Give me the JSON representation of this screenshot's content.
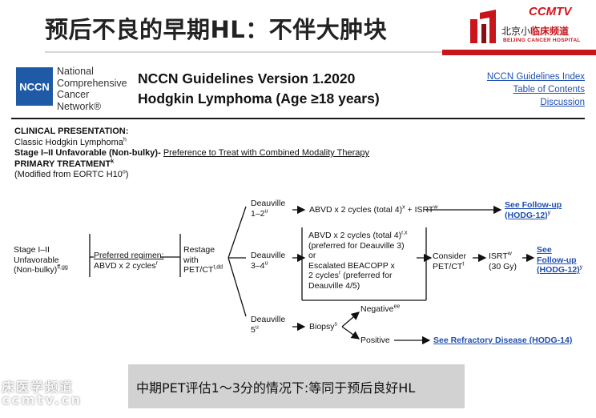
{
  "slide": {
    "title": "预后不良的早期HL：不伴大肿块"
  },
  "brand": {
    "cctv": "CCMTV",
    "cn_prefix": "北京小",
    "cn_red": "临床频道",
    "hospital": "BEIJING CANCER HOSPITAL",
    "red_accent": "#c8151b"
  },
  "nccn": {
    "logo_text": "NCCN",
    "org_lines": [
      "National",
      "Comprehensive",
      "Cancer",
      "Network®"
    ],
    "title_line1": "NCCN Guidelines Version 1.2020",
    "title_line2": "Hodgkin Lymphoma (Age ≥18 years)",
    "links": [
      "NCCN Guidelines Index",
      "Table of Contents",
      "Discussion"
    ],
    "brand_color": "#1f5aa6"
  },
  "clinical": {
    "heading": "CLINICAL PRESENTATION:",
    "subtype": "Classic Hodgkin Lymphoma",
    "subtype_sup": "h",
    "stage_line": "Stage I–II Unfavorable (Non-bulky)-",
    "preference": "Preference to Treat with Combined Modality Therapy",
    "primary_heading": "PRIMARY TREATMENT",
    "primary_sup": "k",
    "modified": "(Modified from EORTC H10",
    "modified_sup": "o",
    "modified_end": ")"
  },
  "flow": {
    "stage_l1": "Stage I–II",
    "stage_l2": "Unfavorable",
    "stage_l3": "(Non-bulky)",
    "stage_sup": "ff,gg",
    "regimen_l1": "Preferred regimen:",
    "regimen_l2": "ABVD x 2 cycles",
    "regimen_sup": "r",
    "restage_l1": "Restage",
    "restage_l2": "with",
    "restage_l3": "PET/CT",
    "restage_sup": "t,dd",
    "d12_l1": "Deauville",
    "d12_l2": "1–2",
    "d12_sup": "u",
    "d12_tx": "ABVD x 2 cycles (total 4)",
    "d12_tx_sup": "x",
    "d12_tx2": " + ISRT",
    "d12_tx2_sup": "w",
    "followup_link_l1": "See Follow-up",
    "followup_link_l2": "(HODG-12)",
    "followup_sup": "y",
    "d34_l1": "Deauville",
    "d34_l2": "3–4",
    "d34_sup": "u",
    "d34_tx_l1": "ABVD x 2 cycles (total 4)",
    "d34_tx_l1_sup": "r,x",
    "d34_tx_l2": "(preferred for Deauville 3)",
    "d34_tx_l3": "or",
    "d34_tx_l4": "Escalated BEACOPP x",
    "d34_tx_l5": "2 cycles",
    "d34_tx_l5_sup": "r",
    "d34_tx_l5b": " (preferred for",
    "d34_tx_l6": "Deauville 4/5)",
    "consider_l1": "Consider",
    "consider_l2": "PET/CT",
    "consider_sup": "t",
    "isrt_l1": "ISRT",
    "isrt_sup": "w",
    "isrt_l2": "(30 Gy)",
    "see_l1": "See",
    "see_l2": "Follow-up",
    "see_l3": "(HODG-12)",
    "see_sup": "y",
    "d5_l1": "Deauville",
    "d5_l2": "5",
    "d5_sup": "u",
    "biopsy": "Biopsy",
    "biopsy_sup": "s",
    "negative": "Negative",
    "negative_sup": "ee",
    "positive": "Positive",
    "refractory_link": "See Refractory Disease (HODG-14)"
  },
  "watermark": {
    "line1": "床医学频道",
    "line2": "ccmtv.cn"
  },
  "banner": {
    "text": "中期PET评估1～3分的情况下:等同于预后良好HL"
  }
}
